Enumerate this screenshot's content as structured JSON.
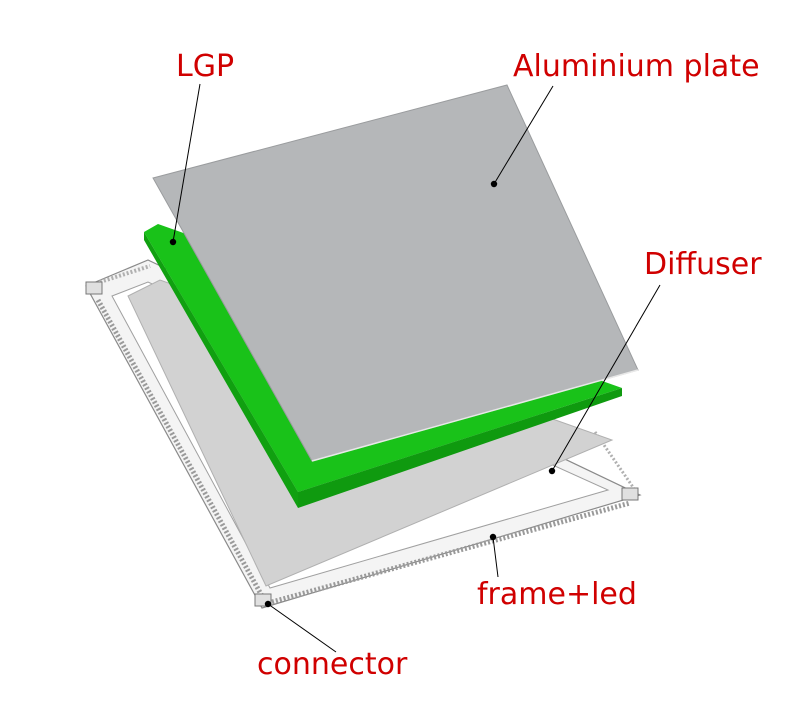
{
  "labels": {
    "lgp": "LGP",
    "aluminium_plate": "Aluminium plate",
    "diffuser": "Diffuser",
    "frame_led": "frame+led",
    "connector": "connector"
  },
  "colors": {
    "label_text": "#d00000",
    "aluminium_plate": "#b5b7b9",
    "lgp": "#19c219",
    "diffuser": "#d2d2d2",
    "frame": "#f4f4f4",
    "leader_line": "#000000"
  },
  "icons": {
    "aluminium_plate": "aluminium-plate-layer",
    "lgp": "lgp-layer",
    "diffuser": "diffuser-layer",
    "frame": "frame-with-led-layer"
  }
}
